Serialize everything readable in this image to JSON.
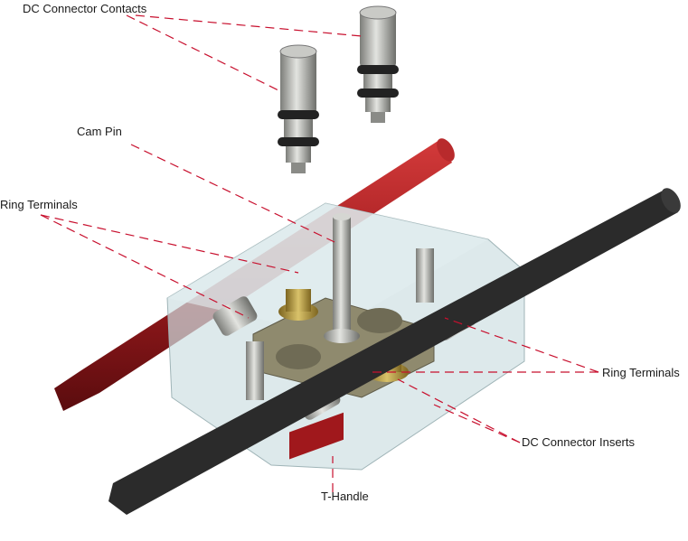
{
  "labels": {
    "dc_connector_contacts": "DC Connector Contacts",
    "cam_pin": "Cam Pin",
    "ring_terminals_left": "Ring Terminals",
    "ring_terminals_right": "Ring Terminals",
    "dc_connector_inserts": "DC Connector Inserts",
    "t_handle": "T-Handle"
  },
  "colors": {
    "leader": "#c8102e",
    "red_cable": "#9e1b1e",
    "black_cable": "#2a2a2a",
    "housing": "#cfe0e2",
    "brass": "#b59a3a",
    "steel": "#a9aaa6"
  }
}
